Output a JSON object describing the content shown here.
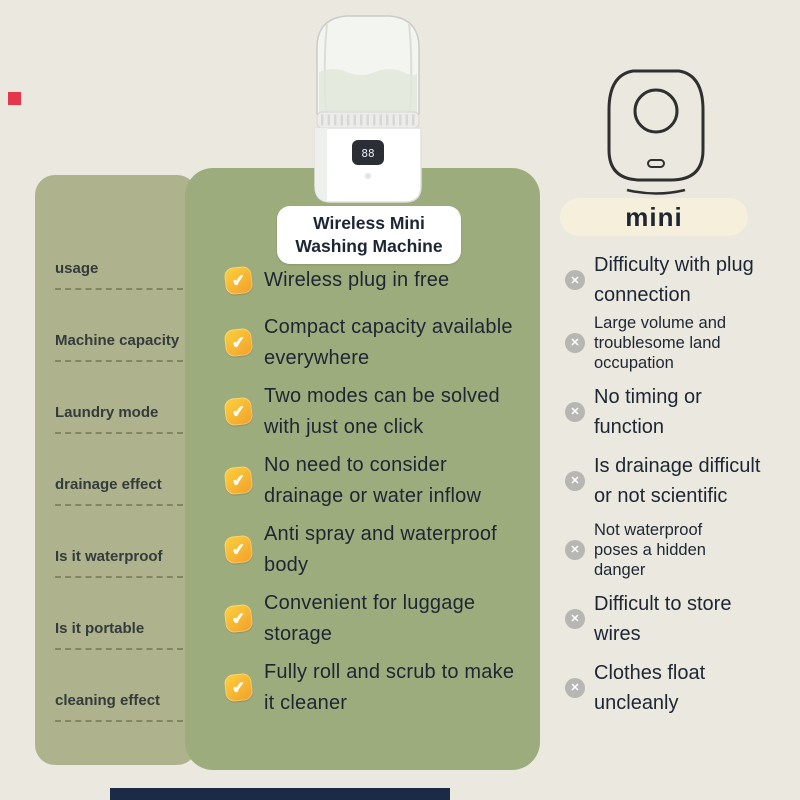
{
  "colors": {
    "page_bg": "#eae8df",
    "left_panel_bg": "#aeb28d",
    "product_panel_bg": "#9dac7c",
    "product_badge_bg": "#ffffff",
    "competitor_badge_bg": "#f6efdc",
    "text_dark": "#1d2633",
    "check_gold": "#f2a72c",
    "cross_gray": "#b7b6b2",
    "accent_red": "#e5374b",
    "accent_navy": "#1c2b45"
  },
  "icons": {
    "check_glyph": "✔",
    "cross_glyph": "✕"
  },
  "attributes": {
    "labels": [
      "usage",
      "Machine capacity",
      "Laundry mode",
      "drainage effect",
      "Is it waterproof",
      "Is it portable",
      "cleaning effect"
    ]
  },
  "product": {
    "badge_line1": "Wireless Mini",
    "badge_line2": "Washing Machine",
    "display": "88",
    "features": [
      "Wireless plug in free",
      "Compact capacity available everywhere",
      "Two modes can be solved with just one click",
      "No need to consider drainage or water inflow",
      "Anti spray and waterproof body",
      "Convenient for luggage storage",
      "Fully roll and scrub to make it cleaner"
    ]
  },
  "competitor": {
    "badge": "mini",
    "drawbacks": [
      "Difficulty with plug connection",
      "Large volume and troublesome land occupation",
      "No timing or function",
      "Is drainage difficult or not scientific",
      "Not waterproof poses a hidden danger",
      "Difficult to store wires",
      "Clothes float uncleanly"
    ]
  }
}
